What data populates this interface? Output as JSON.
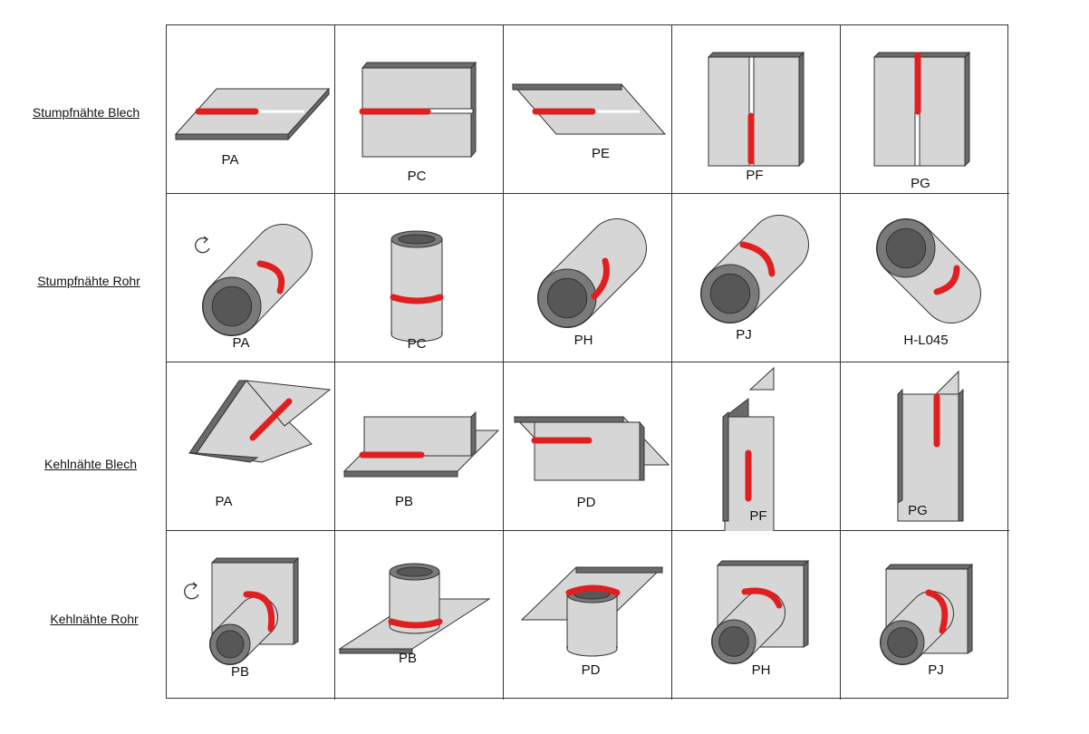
{
  "rows": [
    {
      "label": "Stumpfnähte Blech",
      "cells": [
        {
          "position": "PA",
          "figure": "butt-plate-flat-icon"
        },
        {
          "position": "PC",
          "figure": "butt-plate-horizontal-icon"
        },
        {
          "position": "PE",
          "figure": "butt-plate-overhead-icon"
        },
        {
          "position": "PF",
          "figure": "butt-plate-vertical-up-icon"
        },
        {
          "position": "PG",
          "figure": "butt-plate-vertical-down-icon"
        }
      ]
    },
    {
      "label": "Stumpfnähte Rohr",
      "cells": [
        {
          "position": "PA",
          "figure": "butt-pipe-rotating-icon"
        },
        {
          "position": "PC",
          "figure": "butt-pipe-vertical-icon"
        },
        {
          "position": "PH",
          "figure": "butt-pipe-up-icon"
        },
        {
          "position": "PJ",
          "figure": "butt-pipe-down-icon"
        },
        {
          "position": "H-L045",
          "figure": "butt-pipe-inclined-icon"
        }
      ]
    },
    {
      "label": "Kehlnähte Blech",
      "cells": [
        {
          "position": "PA",
          "figure": "fillet-plate-flat-icon"
        },
        {
          "position": "PB",
          "figure": "fillet-plate-horizontal-icon"
        },
        {
          "position": "PD",
          "figure": "fillet-plate-overhead-icon"
        },
        {
          "position": "PF",
          "figure": "fillet-plate-vertical-up-icon"
        },
        {
          "position": "PG",
          "figure": "fillet-plate-vertical-down-icon"
        }
      ]
    },
    {
      "label": "Kehlnähte Rohr",
      "cells": [
        {
          "position": "PB",
          "figure": "fillet-pipe-rotating-icon"
        },
        {
          "position": "PB",
          "figure": "fillet-pipe-vertical-icon"
        },
        {
          "position": "PD",
          "figure": "fillet-pipe-overhead-icon"
        },
        {
          "position": "PH",
          "figure": "fillet-pipe-up-icon"
        },
        {
          "position": "PJ",
          "figure": "fillet-pipe-down-icon"
        }
      ]
    }
  ],
  "colors": {
    "weld": "#e02020",
    "metal": "#d6d6d6",
    "edge": "#6a6a6a",
    "outline": "#333333"
  }
}
